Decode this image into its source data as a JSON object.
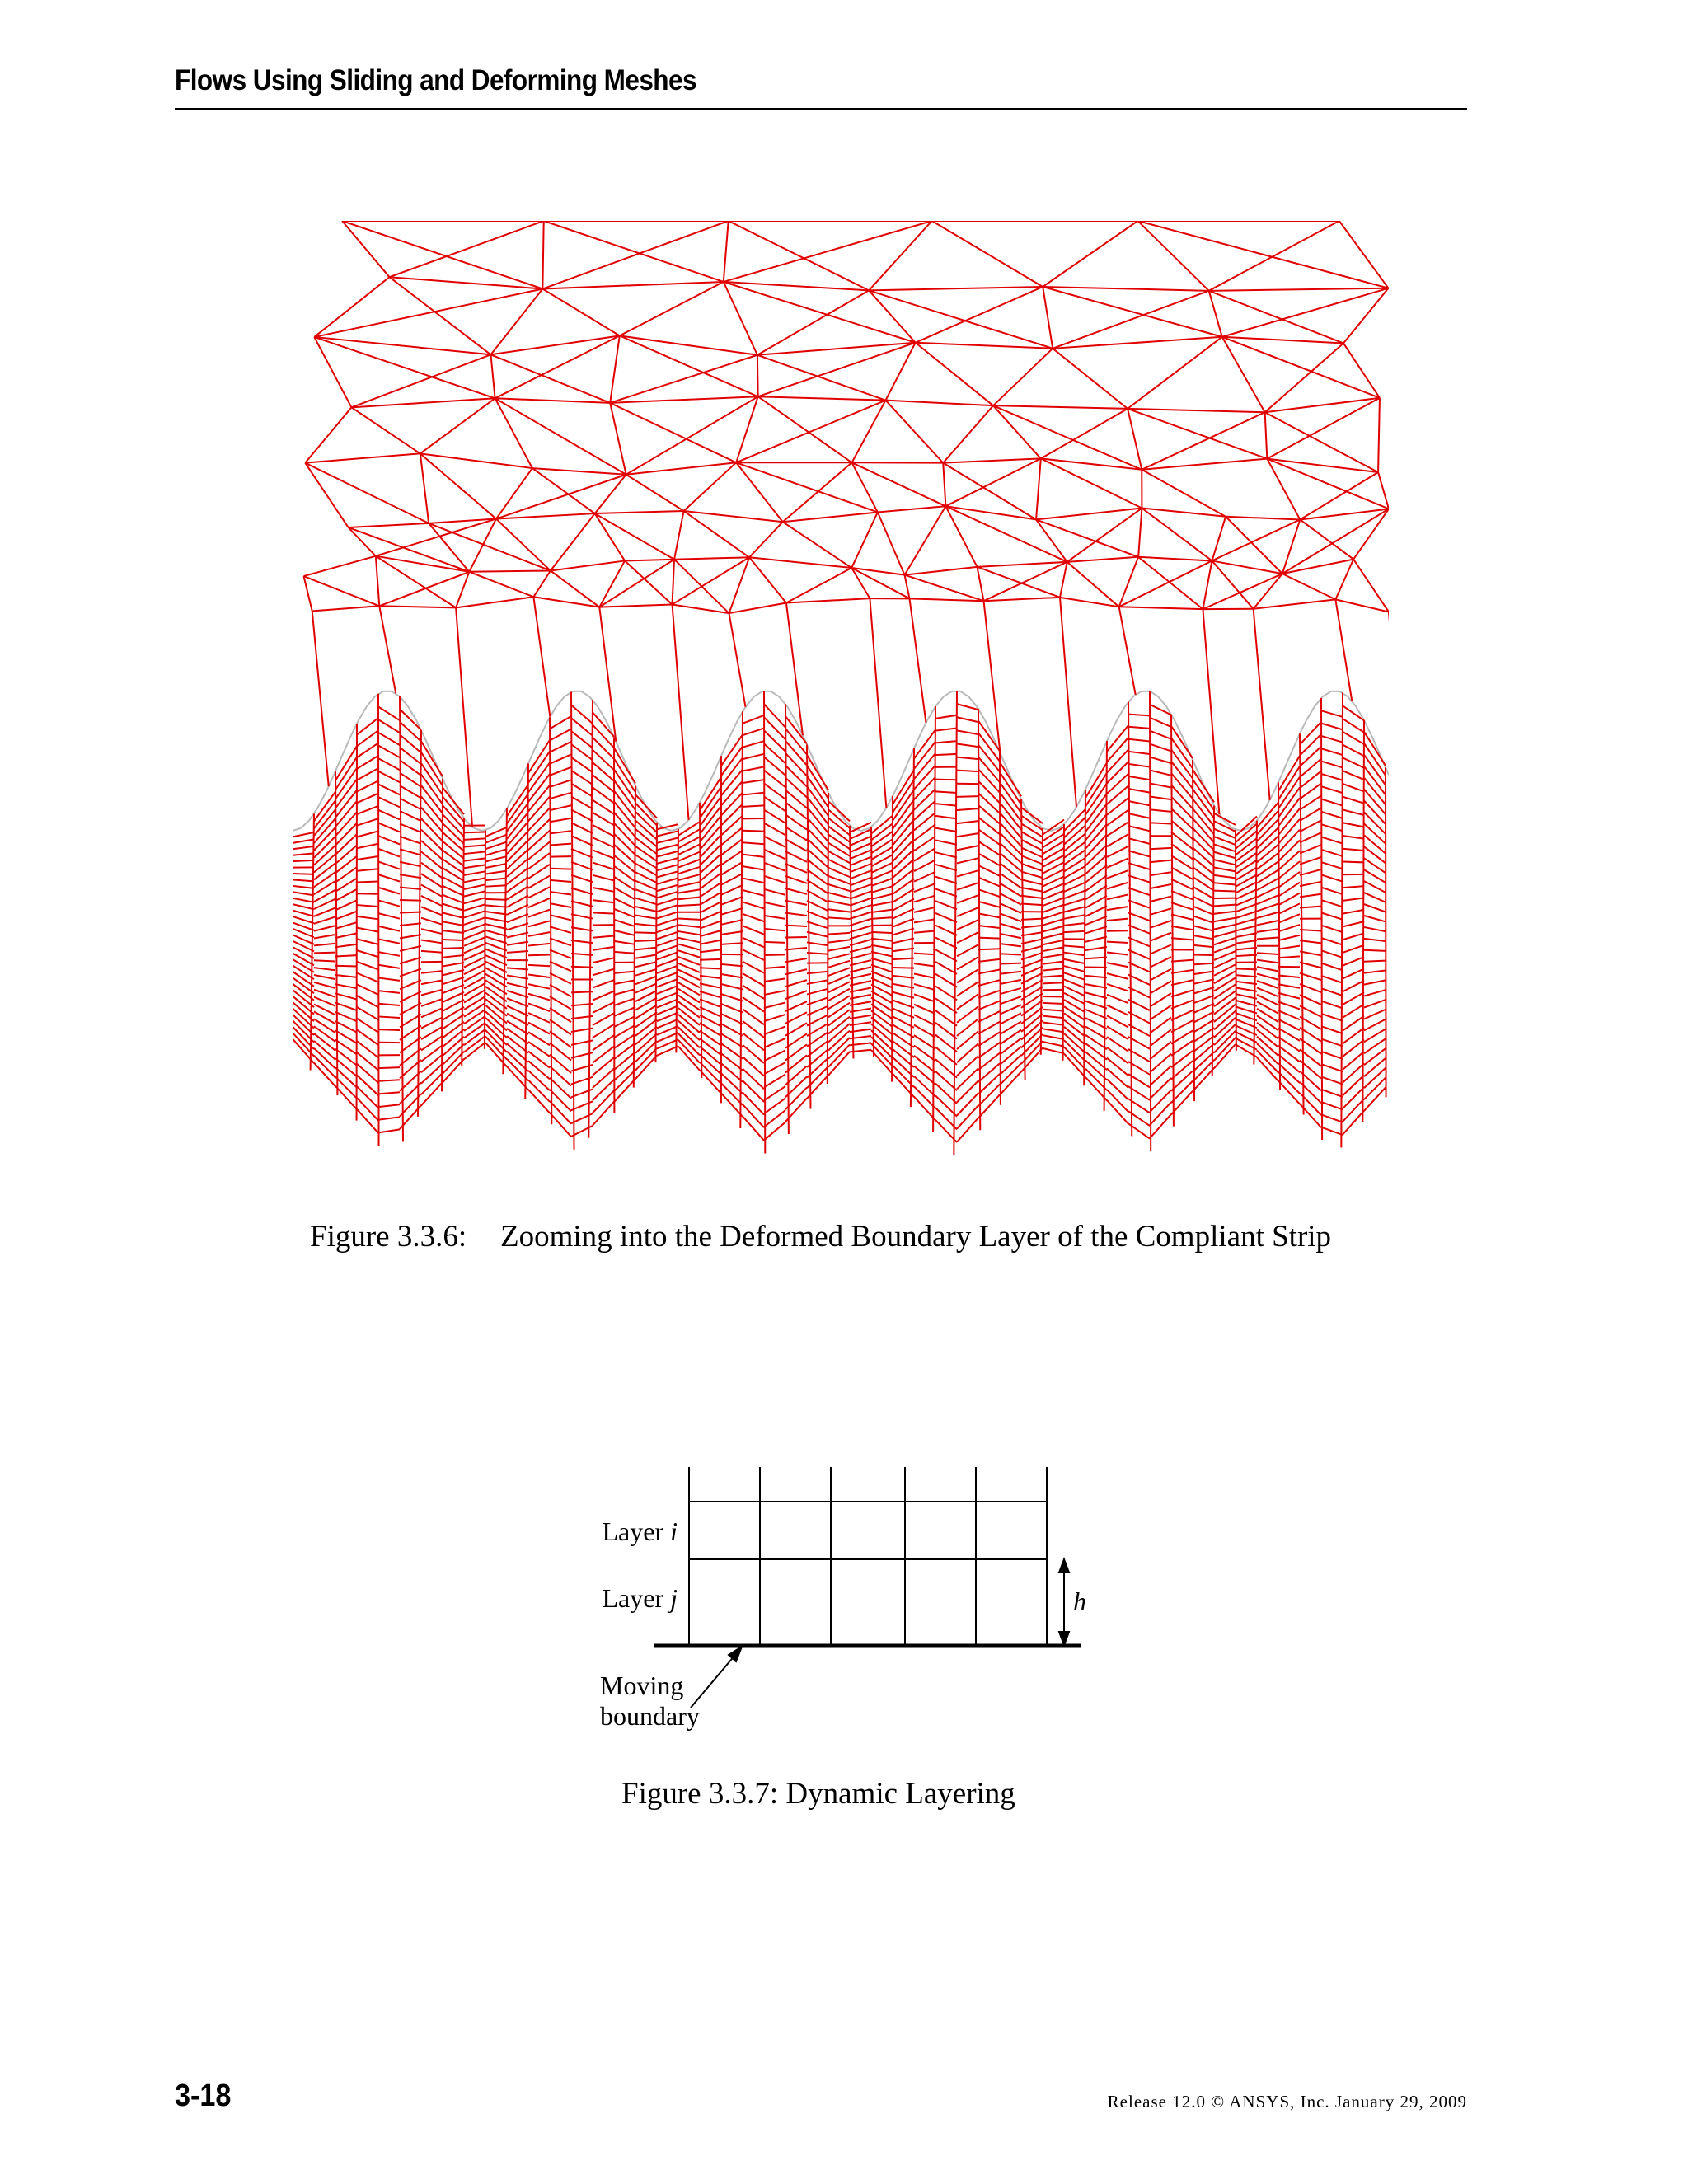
{
  "header": {
    "title": "Flows Using Sliding and Deforming Meshes"
  },
  "figure1": {
    "number": "Figure 3.3.6:",
    "caption": "Zooming into the Deformed Boundary Layer of the Compliant Strip",
    "mesh_color": "#e00000",
    "interface_color": "#b9b9b9"
  },
  "figure2": {
    "number": "Figure 3.3.7:",
    "caption": "Dynamic Layering",
    "layer_i_prefix": "Layer ",
    "layer_i_var": "i",
    "layer_j_prefix": "Layer ",
    "layer_j_var": "j",
    "height_label": "h",
    "moving_line1": "Moving",
    "moving_line2": "boundary"
  },
  "footer": {
    "page_number": "3-18",
    "release_text": "Release 12.0 © ANSYS, Inc.  January 29, 2009"
  }
}
